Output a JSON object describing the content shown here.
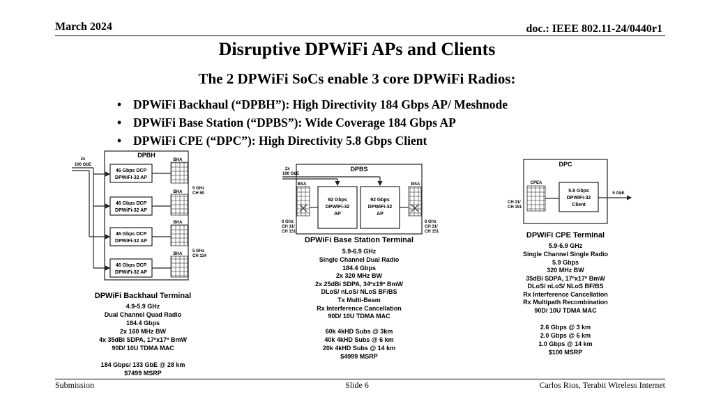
{
  "header": {
    "date": "March 2024",
    "doc": "doc.: IEEE 802.11-24/0440r1"
  },
  "slide": {
    "title": "Disruptive DPWiFi APs and Clients",
    "subtitle": "The 2 DPWiFi SoCs enable 3 core DPWiFi Radios:",
    "bullets": [
      "DPWiFi Backhaul (“DPBH”): High Directivity 184 Gbps AP/ Meshnode",
      "DPWiFi Base Station (“DPBS”): Wide Coverage 184 Gbps AP",
      "DPWiFi CPE (“DPC”): High Directivity 5.8 Gbps Client"
    ]
  },
  "dpbh": {
    "title": "DPBH",
    "input": [
      "2x",
      "100 GbE"
    ],
    "ap_top": [
      "46 Gbps DCP",
      "46 Gbps DCP"
    ],
    "ap_bottom": "DPWiFi-32 AP",
    "ap_top_overlined": [
      "46 Gbps ",
      "DCP"
    ],
    "bha": "BHA",
    "ch1": [
      "5 GHz",
      "CH 50"
    ],
    "ch2": [
      "5 GHz",
      "CH 114"
    ],
    "terminal": "DPWiFi Backhaul Terminal",
    "specs": [
      "4.9-5.9 GHz",
      "Dual Channel Quad Radio",
      "184.4 Gbps",
      "2x 160 MHz BW",
      "4x 35dBi SDPA, 17ºx17º BmW",
      "90D/ 10U TDMA MAC"
    ],
    "extra": [
      "184 Gbps/ 133 GbE @ 28 km",
      "$7499 MSRP"
    ]
  },
  "dpbs": {
    "title": "DPBS",
    "input": [
      "2x",
      "100 GbE"
    ],
    "bsa": "BSA",
    "ap": [
      "92 Gbps",
      "DPWiFi-32",
      "AP"
    ],
    "ch": [
      "6 GHz",
      "CH 31/",
      "CH 151"
    ],
    "terminal": "DPWiFi Base Station Terminal",
    "specs": [
      "5.9-6.9 GHz",
      "Single Channel Dual Radio",
      "184.4 Gbps",
      "2x 320 MHz BW",
      "2x 25dBi SDPA, 34ºx19º BmW",
      "DLoS/ nLoS/ NLoS BF/BS",
      "Tx Multi-Beam",
      "Rx Interference Cancellation",
      "90D/ 10U TDMA MAC"
    ],
    "extra": [
      "60k 4kHD Subs @ 3km",
      "40k 4kHD Subs @ 6 km",
      "20k 4kHD Subs @ 14 km",
      "$4999 MSRP"
    ]
  },
  "dpc": {
    "title": "DPC",
    "cpea": "CPEA",
    "ap": [
      "5.8 Gbps",
      "DPWiFi-32",
      "Client"
    ],
    "output": "5 GbE",
    "ch": [
      "CH 31/",
      "CH 151"
    ],
    "terminal": "DPWiFi CPE Terminal",
    "specs": [
      "5.9-6.9 GHz",
      "Single Channel Single Radio",
      "5.9 Gbps",
      "320 MHz BW",
      "35dBi SDPA, 17ºx17º BmW",
      "DLoS/ nLoS/ NLoS BF/BS",
      "Rx Interference Cancellation",
      "Rx Multipath Recombination",
      "90D/ 10U TDMA MAC"
    ],
    "extra": [
      "2.6 Gbps @ 3 km",
      "2.0 Gbps @ 6 km",
      "1.0 Gbps @ 14 km",
      "$100 MSRP"
    ]
  },
  "footer": {
    "left": "Submission",
    "center": "Slide 6",
    "right": "Carlos Rios, Terabit Wireless Internet"
  }
}
